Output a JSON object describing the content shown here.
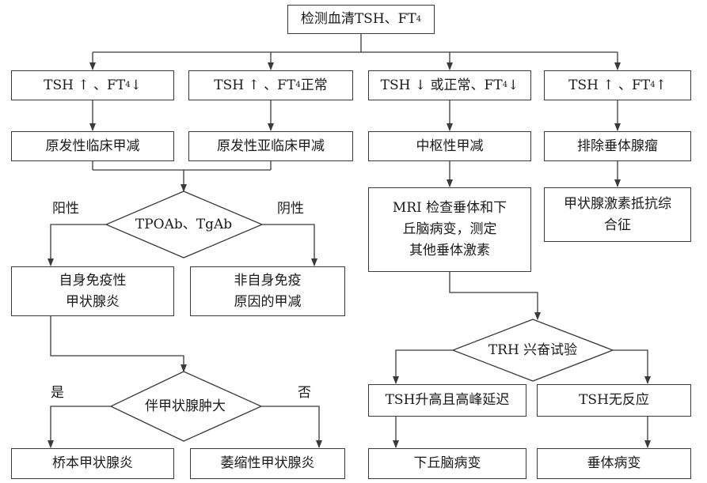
{
  "colors": {
    "line": "#3a3a3a",
    "text": "#1a1a1a",
    "background": "#ffffff"
  },
  "nodes": {
    "start": "检测血清TSH、FT₄",
    "c1": "TSH ↑ 、FT₄ ↓",
    "c2": "TSH ↑ 、FT₄正常",
    "c3": "TSH ↓ 或正常、FT₄ ↓",
    "c4": "TSH ↑ 、FT₄ ↑",
    "primary_clinical": "原发性临床甲减",
    "primary_subclinical": "原发性亚临床甲减",
    "central": "中枢性甲减",
    "exclude_pituitary_tumor": "排除垂体腺瘤",
    "mri": "MRI 检查垂体和下\n丘脑病变，测定\n其他垂体激素",
    "thyroid_hormone_resistance": "甲状腺激素抵抗综\n合征",
    "autoimmune_thyroiditis": "自身免疫性\n甲状腺炎",
    "non_autoimmune": "非自身免疫\n原因的甲减",
    "tsh_delayed": "TSH升高且高峰延迟",
    "tsh_no_response": "TSH无反应",
    "hashimoto": "桥本甲状腺炎",
    "atrophic": "萎缩性甲状腺炎",
    "hypothalamic": "下丘脑病变",
    "pituitary": "垂体病变"
  },
  "decisions": {
    "antibody": "TPOAb、TgAb",
    "goiter": "伴甲状腺肿大",
    "trh": "TRH 兴奋试验"
  },
  "labels": {
    "positive": "阳性",
    "negative": "阴性",
    "yes": "是",
    "no": "否"
  }
}
